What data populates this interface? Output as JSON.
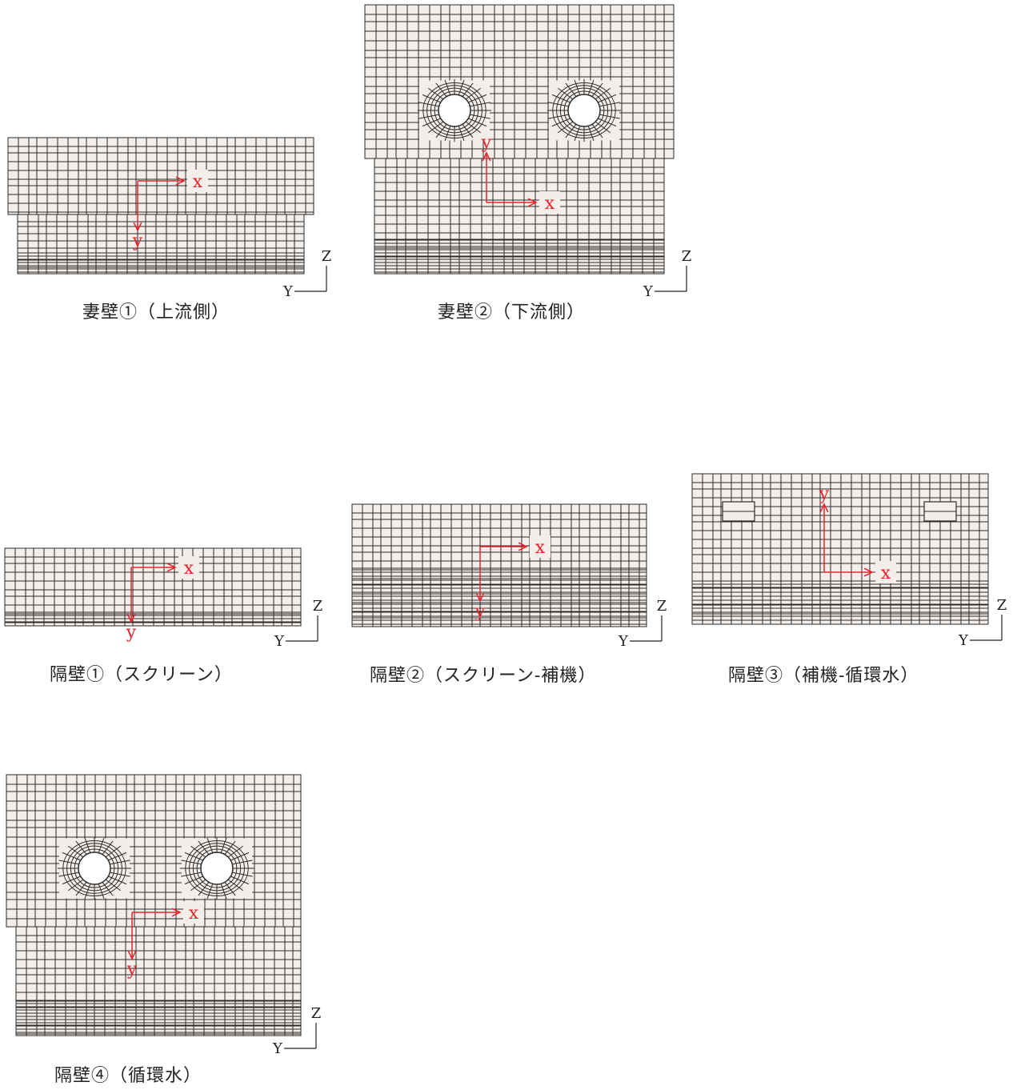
{
  "colors": {
    "mesh": "#2b2b2b",
    "mesh_fill": "#f4eeea",
    "arrow": "#e8232b",
    "axis": "#222222"
  },
  "global_axes": {
    "vertical": "Z",
    "horizontal": "Y"
  },
  "local_axes": {
    "x": "x",
    "y": "y"
  },
  "panels": [
    {
      "id": "p1",
      "caption": "妻壁①（上流側）",
      "openings": "none",
      "local_y_direction": "down"
    },
    {
      "id": "p2",
      "caption": "妻壁②（下流側）",
      "openings": "two circular openings",
      "local_y_direction": "up"
    },
    {
      "id": "p3",
      "caption": "隔壁①（スクリーン）",
      "openings": "none",
      "local_y_direction": "down"
    },
    {
      "id": "p4",
      "caption": "隔壁②（スクリーン-補機）",
      "openings": "none",
      "local_y_direction": "down"
    },
    {
      "id": "p5",
      "caption": "隔壁③（補機-循環水）",
      "openings": "two rectangular openings",
      "local_y_direction": "up"
    },
    {
      "id": "p6",
      "caption": "隔壁④（循環水）",
      "openings": "two circular openings",
      "local_y_direction": "down"
    }
  ]
}
